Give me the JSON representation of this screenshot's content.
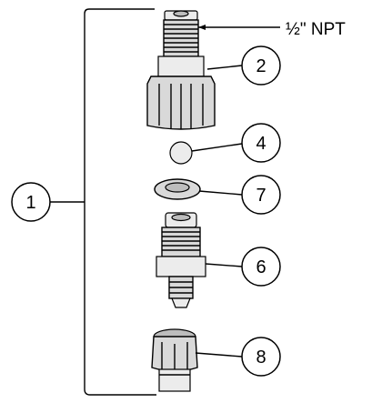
{
  "labels": {
    "thread_spec": "½\" NPT"
  },
  "callouts": [
    {
      "id": "assembly",
      "number": "1"
    },
    {
      "id": "housing",
      "number": "2"
    },
    {
      "id": "ball",
      "number": "4"
    },
    {
      "id": "washer",
      "number": "7"
    },
    {
      "id": "valve-body",
      "number": "6"
    },
    {
      "id": "nut",
      "number": "8"
    }
  ]
}
